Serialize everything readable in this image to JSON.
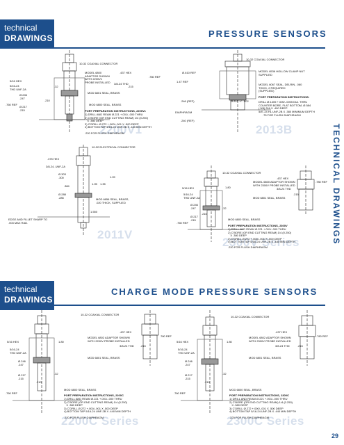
{
  "header": {
    "tab_line1": "technical",
    "tab_line2": "DRAWINGS",
    "title": "PRESSURE SENSORS"
  },
  "side_title": "TECHNICAL DRAWINGS",
  "section2": {
    "tab_line1": "technical",
    "tab_line2": "DRAWINGS",
    "title": "CHARGE MODE PRESSURE SENSORS"
  },
  "page_number": "29",
  "panels": {
    "p2200v1": {
      "watermark": "2200V1",
      "labels": {
        "coaxial": "10-32 COAXIAL CONNECTOR",
        "hex516": "5/16 HEX",
        "thread": "5/16-24\nTHD UNF-2A",
        "dia1": "Ø.246\n.247",
        "dia2": "Ø.217\n.215",
        "ref760": ".760 REF",
        "model": "MODEL 6800\nADAPTOR SHOWN\nWITH 2200V1\nPROBE INSTALLED",
        "hex437": ".437 HEX",
        "thd38": "3/8-24 THD",
        "ref780": ".780 REF",
        "d32": ".32",
        "d215": ".215",
        "d210": ".210",
        "seal1": "MOD 6801 SEAL, BRASS",
        "seal2": "MOD 6800 SEAL, BRASS",
        "prep_title": "PORT PREPARATION INSTRUCTIONS, 2200V1",
        "prep_body": "1) DRILL AND REAM Ø.221 +.001/-.000 THRU\n2) C'BORE (OR END CUTTING REAM) 1/4 (0.250)\n   X .380 DEEP\n3) C'DRILL Ø.272 +.000/-.001 X .500 DEEP\n4) BOTTOM TAP 5/16-24 UNF-2B X .440 MIN DEPTH",
        "flush": ".220 FOR FLUSH DIAPHRAGM"
      }
    },
    "p2013b": {
      "watermark": "2013B",
      "labels": {
        "coaxial": "10-32 COAXIAL CONNECTOR",
        "dia610": "Ø.610 REF",
        "ref147": "1.47 REF",
        "diaphragm": "DIAPHRAGM",
        "ref246": ".246 (REF)",
        "ref240": ".240 (REF)",
        "d810": "Ø.810 +/- .002",
        "model_hollow": "MODEL 6536 HOLLOW CLAMP NUT\nSUPPLIED",
        "seal": "MODEL 6067 SEAL, DELRIN, .060\nTHICK, 2 REQUIRED\n(SUPPLIED)",
        "prep_title": "PORT PREPARATION INSTRUCTIONS:",
        "prep_body": "DRILL Ø.1405 +.005/-.0005 DIA. THRU\nCOUNTER BORE, FLAT BOTTOM, Ø.584\n(.5/8) DIA X .490 DEEP\n5/8\"-24 HL UNF-2B X .380 MINIMUM DEPTH",
        "flush": ".75 FOR FLUSH DIAPHRAGM"
      }
    },
    "p2011v": {
      "watermark": "2011V",
      "labels": {
        "electrical": "10-32 ELECTRICAL CONNECTOR",
        "hex375": ".375 HEX",
        "thd38": "3/8-24, UNF-2A",
        "dia1": "Ø.303\n.300",
        "dia2": "Ø.288\n.285",
        "d384": ".384",
        "d105": "1.05",
        "d135": "1.35",
        "d109": "1.09",
        "d156": "1.550",
        "edge": "EDGE AND FILLET SHARP TO\n.003 MAX RAD.",
        "seal": "MOD 6656 SEAL, BRASS,\n.020 THICK, SUPPLIED"
      }
    },
    "p2300v": {
      "watermark": "2300V Series",
      "labels": {
        "coaxial": "10-32 COAXIAL CONNECTOR",
        "hex516": "5/16 HEX",
        "thread": "5/16-24\nTHD UNF-2A",
        "dia1": "Ø.246\n.247",
        "dia2": "Ø.217\n.215",
        "ref760": ".760 REF",
        "model": "MODEL 6800 ADAPTOR SHOWN\nWITH 2300V PROBE INSTALLED",
        "hex437": ".437 HEX",
        "thd38": "3/8-24 THD",
        "ref780": ".780 REF",
        "d32": ".32",
        "d210": ".210",
        "d215": ".215",
        "d180": "1.80",
        "seal1": "MOD 6801 SEAL, BRASS",
        "seal2": "MOD 6800 SEAL, BRASS",
        "prep_title": "PORT PREPARATION INSTRUCTIONS, 2300V",
        "prep_body": "1) DRILL AND REAM Ø.221 +.001/-.000 THRU\n2) C'BORE (OR END CUTTING REAM) 1/4 (0.250)\n   X .380 DEEP\n3) C'DRILL Ø.272 +.000/-.001 X .500 DEEP\n4) BOT TOM TAP 5/16-24 UNF-2B X .440 MIN DEPTH",
        "flush": ".220 FOR FLUSH DIAPHRAGM"
      }
    },
    "p2200c": {
      "watermark": "2200C Series",
      "labels": {
        "coaxial": "10-32 COAXIAL CONNECTOR",
        "hex516": "5/16 HEX",
        "thread": "5/16-24\nTHD UNF-2A",
        "dia1": "Ø.246\n.247",
        "dia2": "Ø.217\n.215",
        "ref760": ".760 REF",
        "model": "MODEL 6802 ADAPTOR SHOWN\nWITH 2200V PROBE INSTALLED",
        "hex437": ".437 HEX",
        "thd38": "3/8-24 THD",
        "ref780": ".780 REF",
        "d32": ".32",
        "d210": ".210",
        "d215": ".215",
        "d180": "1.80",
        "seal1": "MOD 6801 SEAL, BRASS",
        "seal2": "MOD 6800 SEAL, BRASS",
        "prep_title": "PORT PREPARATION INSTRUCTIONS, 2200C",
        "prep_body": "1) DRILL AND REAM Ø.221 +.001/-.000 THRU\n2) C'BORE (OR END CUTTING REAM) 1/4 (0.250)\n   X .380 DEEP\n3) C'DRILL Ø.272 +.000/-.001 X .500 DEEP\n4) BOTTOM TAP 5/16-24 UNF-2B X .440 MIN DEPTH",
        "flush": ".220 FOR FLUSH DIAPHRAGM"
      }
    },
    "p2300c": {
      "watermark": "2300C Series",
      "labels": {
        "coaxial": "10-32 COAXIAL CONNECTOR",
        "hex516": "5/16 HEX",
        "thread": "5/16-24\nTHD UNF-2A",
        "dia1": "Ø.246\n.247",
        "dia2": "Ø.217\n.215",
        "ref760": ".760 REF",
        "model": "MODEL 6802 ADAPTOR SHOWN\nWITH 2300V PROBE INSTALLED",
        "hex437": ".437 HEX",
        "thd38": "3/8-24 THD",
        "ref780": ".780 REF",
        "d32": ".32",
        "d210": ".210",
        "d215": ".215",
        "d180": "1.80",
        "seal1": "MOD 6801 SEAL, BRASS",
        "seal2": "MOD 6800 SEAL, BRASS",
        "prep_title": "PORT PREPARATION INSTRUCTIONS, 2300C",
        "prep_body": "1) DRILL AND REAM Ø.221 +.001/-.000 THRU\n2) C'BORE (OR END CUTTING REAM) 1/4 (0.250)\n   X .380 DEEP\n3) C'DRILL Ø.272 +.000/-.001 X .500 DEEP\n4) BOTTOM TAP 5/16-24 UNF-2B X .440 MIN DEPTH",
        "flush": ".220 FOR FLUSH DIAPHRAGM"
      }
    }
  },
  "colors": {
    "brand_blue": "#1d4f8c",
    "watermark": "#d6dfec"
  }
}
